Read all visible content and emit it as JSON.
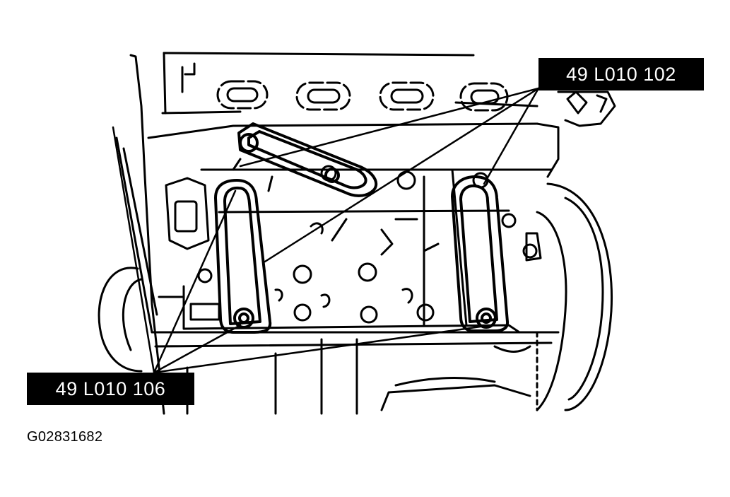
{
  "diagram": {
    "callouts": {
      "top_label": "49 L010 102",
      "bottom_label": "49 L010 106"
    },
    "figure_id": "G02831682"
  }
}
